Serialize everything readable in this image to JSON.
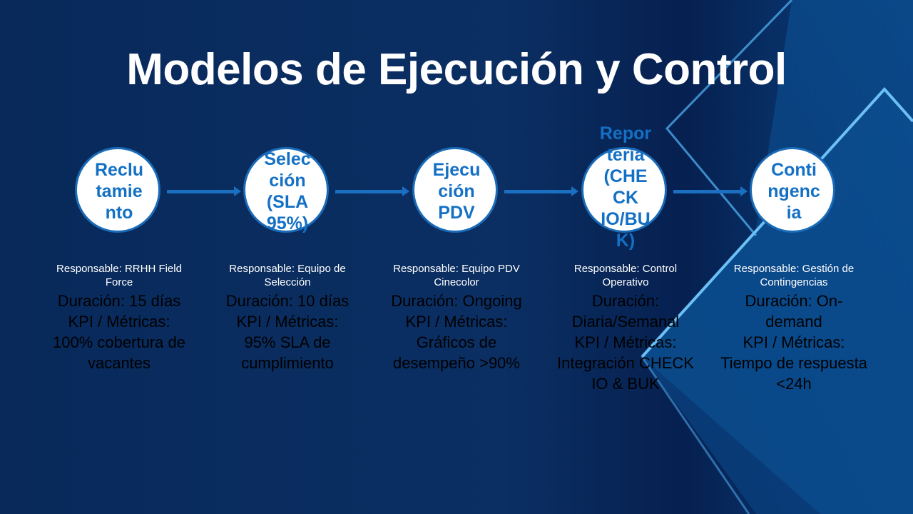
{
  "title": "Modelos de Ejecución y Control",
  "steps": [
    {
      "lines": [
        "Reclu",
        "tamie",
        "nto"
      ],
      "responsable": "Responsable: RRHH Field Force",
      "details": [
        "Duración: 15 días",
        "KPI / Métricas:",
        "100% cobertura de vacantes"
      ]
    },
    {
      "lines": [
        "Selec",
        "ción",
        "(SLA",
        "95%)"
      ],
      "responsable": "Responsable: Equipo de Selección",
      "details": [
        "Duración: 10 días",
        "KPI / Métricas:",
        "95% SLA de cumplimiento"
      ]
    },
    {
      "lines": [
        "Ejecu",
        "ción",
        "PDV"
      ],
      "responsable": "Responsable: Equipo PDV Cinecolor",
      "details": [
        "Duración: Ongoing",
        "KPI / Métricas:",
        "Gráficos de desempeño >90%"
      ]
    },
    {
      "lines": [
        "Repor",
        "tería",
        "(CHE",
        "CK",
        "IO/BU",
        "K)"
      ],
      "responsable": "Responsable: Control Operativo",
      "details": [
        "Duración: Diaria/Semanal",
        "KPI / Métricas:",
        "Integración CHECK IO & BUK"
      ]
    },
    {
      "lines": [
        "Conti",
        "ngenc",
        "ia"
      ],
      "responsable": "Responsable: Gestión de Contingencias",
      "details": [
        "Duración: On-demand",
        "KPI / Métricas:",
        "Tiempo de respuesta <24h"
      ]
    }
  ]
}
